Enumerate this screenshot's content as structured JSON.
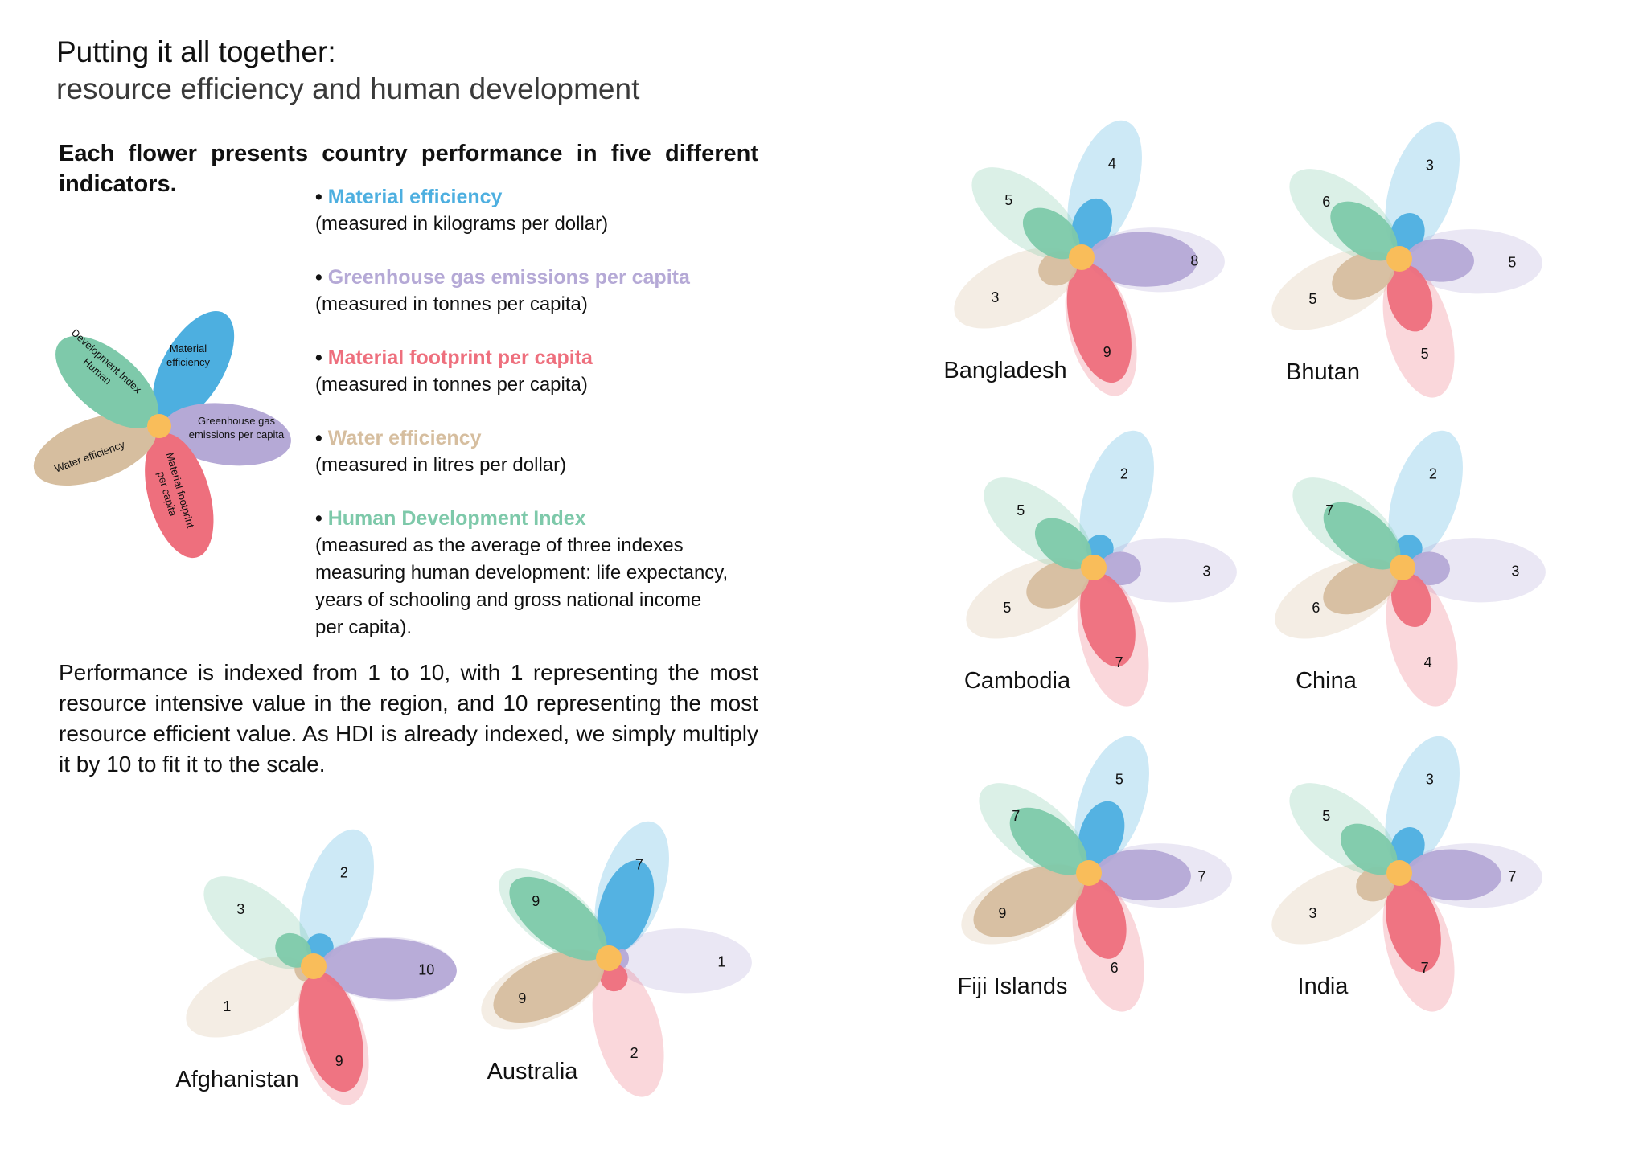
{
  "header": {
    "title": "Putting it all together:",
    "subtitle": "resource efficiency and human development"
  },
  "intro": "Each flower presents country performance in five different indicators.",
  "legend": [
    {
      "name": "Material efficiency",
      "desc": "(measured in kilograms per dollar)",
      "color": "#4dafe0"
    },
    {
      "name": "Greenhouse gas emissions per capita",
      "desc": "(measured in tonnes per capita)",
      "color": "#b5a9d6"
    },
    {
      "name": "Material footprint per capita",
      "desc": "(measured in tonnes per capita)",
      "color": "#ee6f7d"
    },
    {
      "name": "Water efficiency",
      "desc": "(measured in litres per dollar)",
      "color": "#d6be9f"
    },
    {
      "name": "Human Development Index",
      "desc": "(measured as the average of three indexes measuring human development: life expectancy, years of schooling and gross national income per capita).",
      "color": "#7ec9aa"
    }
  ],
  "performance_note": "Performance is indexed from 1 to 10, with 1 representing the most resource intensive value in the region, and 10 representing the most resource efficient value.  As HDI is already indexed, we simply multiply it by 10 to fit it to the scale.",
  "key_flower": {
    "material": "Material efficiency",
    "ghg": "Greenhouse gas emissions per capita",
    "footprint": "Material footprint per capita",
    "water": "Water efficiency",
    "hdi": "Human Development Index"
  },
  "colors": {
    "material": "#4dafe0",
    "ghg": "#b5a9d6",
    "footprint": "#ee6f7d",
    "water": "#d6be9f",
    "hdi": "#7ec9aa",
    "center": "#f9bd5a"
  },
  "chart_data": {
    "type": "flower",
    "indicators": [
      "Material efficiency",
      "Greenhouse gas emissions per capita",
      "Material footprint per capita",
      "Water efficiency",
      "Human Development Index"
    ],
    "scale": [
      1,
      10
    ],
    "countries": [
      {
        "name": "Afghanistan",
        "material": 2,
        "ghg": 10,
        "footprint": 9,
        "water": 1,
        "hdi": 3
      },
      {
        "name": "Australia",
        "material": 7,
        "ghg": 1,
        "footprint": 2,
        "water": 9,
        "hdi": 9
      },
      {
        "name": "Bangladesh",
        "material": 4,
        "ghg": 8,
        "footprint": 9,
        "water": 3,
        "hdi": 5
      },
      {
        "name": "Bhutan",
        "material": 3,
        "ghg": 5,
        "footprint": 5,
        "water": 5,
        "hdi": 6
      },
      {
        "name": "Cambodia",
        "material": 2,
        "ghg": 3,
        "footprint": 7,
        "water": 5,
        "hdi": 5
      },
      {
        "name": "China",
        "material": 2,
        "ghg": 3,
        "footprint": 4,
        "water": 6,
        "hdi": 7
      },
      {
        "name": "Fiji Islands",
        "material": 5,
        "ghg": 7,
        "footprint": 6,
        "water": 9,
        "hdi": 7
      },
      {
        "name": "India",
        "material": 3,
        "ghg": 7,
        "footprint": 7,
        "water": 3,
        "hdi": 5
      }
    ]
  }
}
